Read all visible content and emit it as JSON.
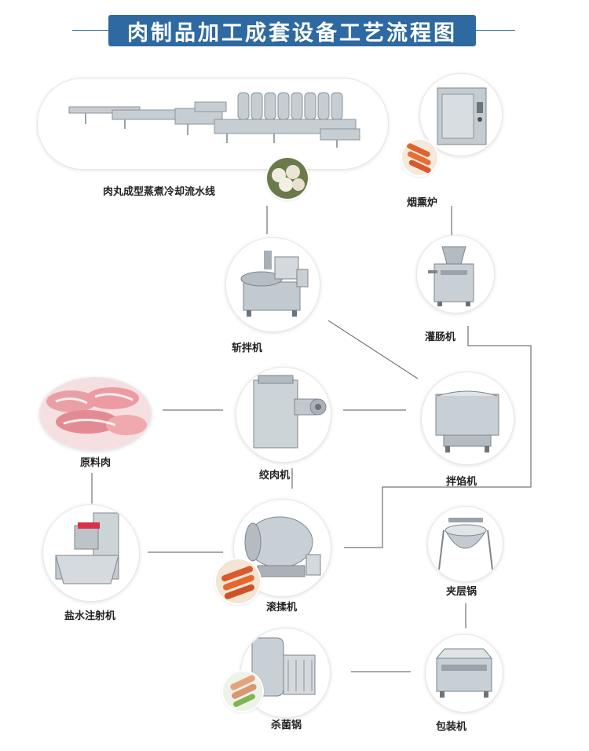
{
  "title": "肉制品加工成套设备工艺流程图",
  "colors": {
    "title_bar": "#2e6aa1",
    "connector": "#555555",
    "steel": "#b9c2c9"
  },
  "nodes": [
    {
      "id": "meatball_line",
      "label": "肉丸成型蒸煮冷却流水线",
      "icon": "production-line-icon"
    },
    {
      "id": "smokehouse",
      "label": "烟熏炉",
      "icon": "smokehouse-icon"
    },
    {
      "id": "chopper",
      "label": "斩拌机",
      "icon": "bowl-chopper-icon"
    },
    {
      "id": "filler",
      "label": "灌肠机",
      "icon": "sausage-filler-icon"
    },
    {
      "id": "raw_meat",
      "label": "原料肉",
      "icon": "raw-meat-icon"
    },
    {
      "id": "grinder",
      "label": "绞肉机",
      "icon": "meat-grinder-icon"
    },
    {
      "id": "mixer",
      "label": "拌馅机",
      "icon": "stuffing-mixer-icon"
    },
    {
      "id": "injector",
      "label": "盐水注射机",
      "icon": "brine-injector-icon"
    },
    {
      "id": "tumbler",
      "label": "滚揉机",
      "icon": "vacuum-tumbler-icon"
    },
    {
      "id": "kettle",
      "label": "夹层锅",
      "icon": "jacketed-kettle-icon"
    },
    {
      "id": "sterilizer",
      "label": "杀菌锅",
      "icon": "sterilizer-icon"
    },
    {
      "id": "packer",
      "label": "包装机",
      "icon": "vacuum-packer-icon"
    }
  ]
}
